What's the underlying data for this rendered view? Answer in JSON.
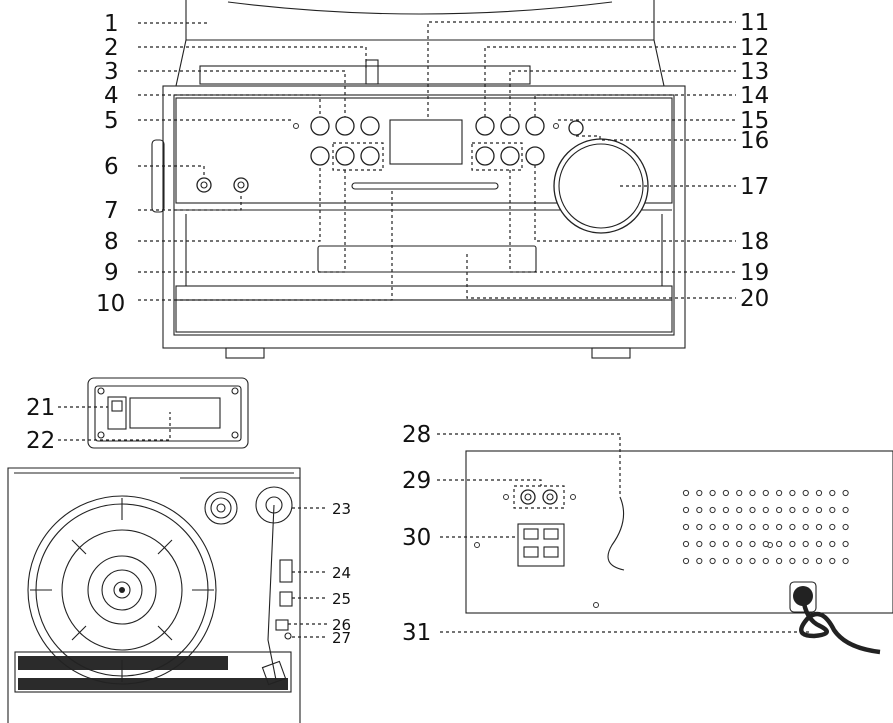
{
  "labels": [
    "1",
    "2",
    "3",
    "4",
    "5",
    "6",
    "7",
    "8",
    "9",
    "10",
    "11",
    "12",
    "13",
    "14",
    "15",
    "16",
    "17",
    "18",
    "19",
    "20",
    "21",
    "22",
    "23",
    "24",
    "25",
    "26",
    "27",
    "28",
    "29",
    "30",
    "31"
  ]
}
